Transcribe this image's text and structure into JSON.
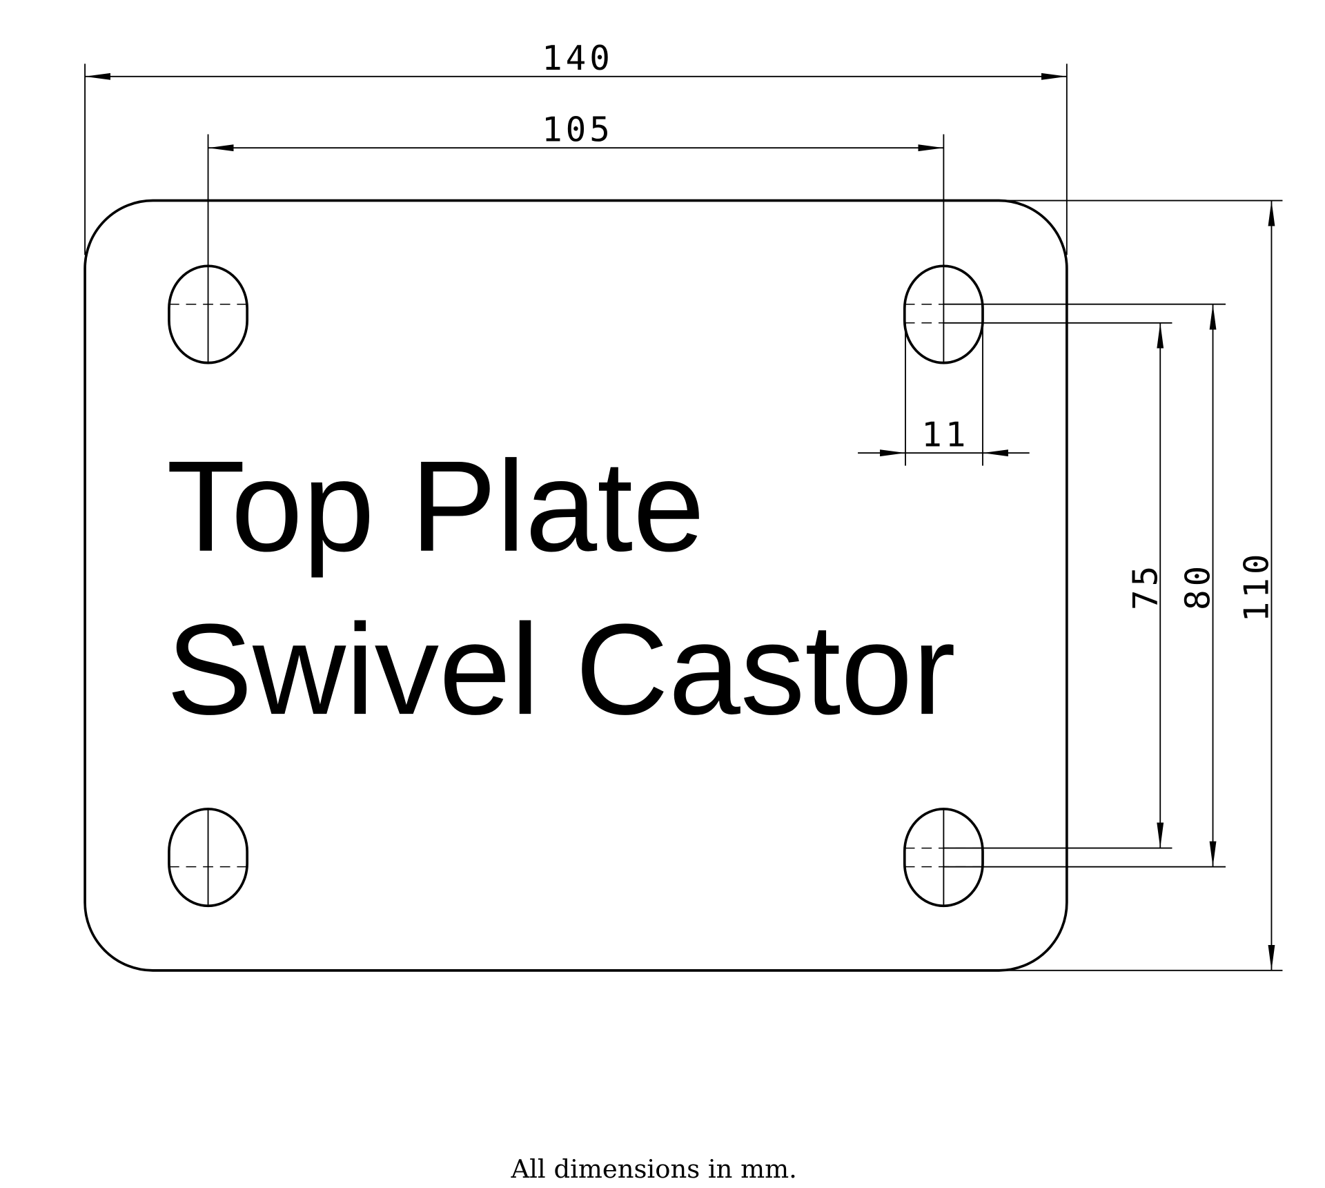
{
  "title_line1": "Top Plate",
  "title_line2": "Swivel Castor",
  "footer_note": "All dimensions in mm.",
  "dimensions": {
    "overall_width": "140",
    "hole_spacing_width": "105",
    "slot_width": "11",
    "hole_spacing_height_min": "75",
    "hole_spacing_height_max": "80",
    "overall_height": "110"
  }
}
